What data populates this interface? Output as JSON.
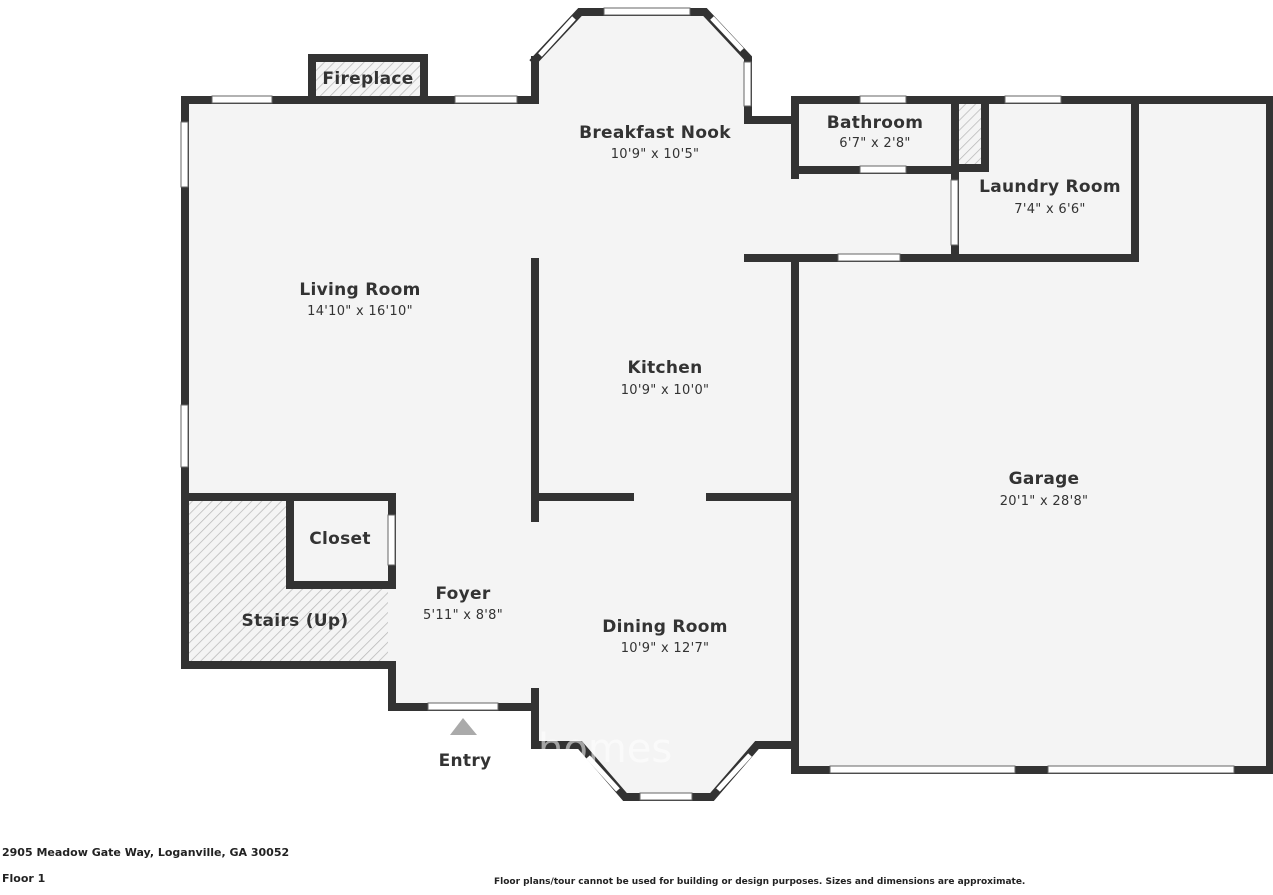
{
  "rooms": {
    "breakfast_nook": {
      "name": "Breakfast Nook",
      "dims": "10'9\" x 10'5\""
    },
    "bathroom": {
      "name": "Bathroom",
      "dims": "6'7\" x 2'8\""
    },
    "laundry_room": {
      "name": "Laundry Room",
      "dims": "7'4\" x 6'6\""
    },
    "living_room": {
      "name": "Living Room",
      "dims": "14'10\" x 16'10\""
    },
    "kitchen": {
      "name": "Kitchen",
      "dims": "10'9\" x 10'0\""
    },
    "garage": {
      "name": "Garage",
      "dims": "20'1\" x 28'8\""
    },
    "closet": {
      "name": "Closet"
    },
    "foyer": {
      "name": "Foyer",
      "dims": "5'11\" x 8'8\""
    },
    "stairs": {
      "name": "Stairs (Up)"
    },
    "dining_room": {
      "name": "Dining Room",
      "dims": "10'9\" x 12'7\""
    },
    "fireplace": {
      "name": "Fireplace"
    }
  },
  "entry_label": "Entry",
  "watermark": "homes",
  "footer": {
    "address": "2905 Meadow Gate Way, Loganville, GA 30052",
    "floor": "Floor 1",
    "disclaimer": "Floor plans/tour cannot be used for building or design purposes. Sizes and dimensions are approximate."
  },
  "colors": {
    "wall": "#333333",
    "floor": "#f4f4f4",
    "hatch": "#b8b8b8",
    "window": "#ffffff",
    "entry_marker": "#aaaaaa"
  }
}
